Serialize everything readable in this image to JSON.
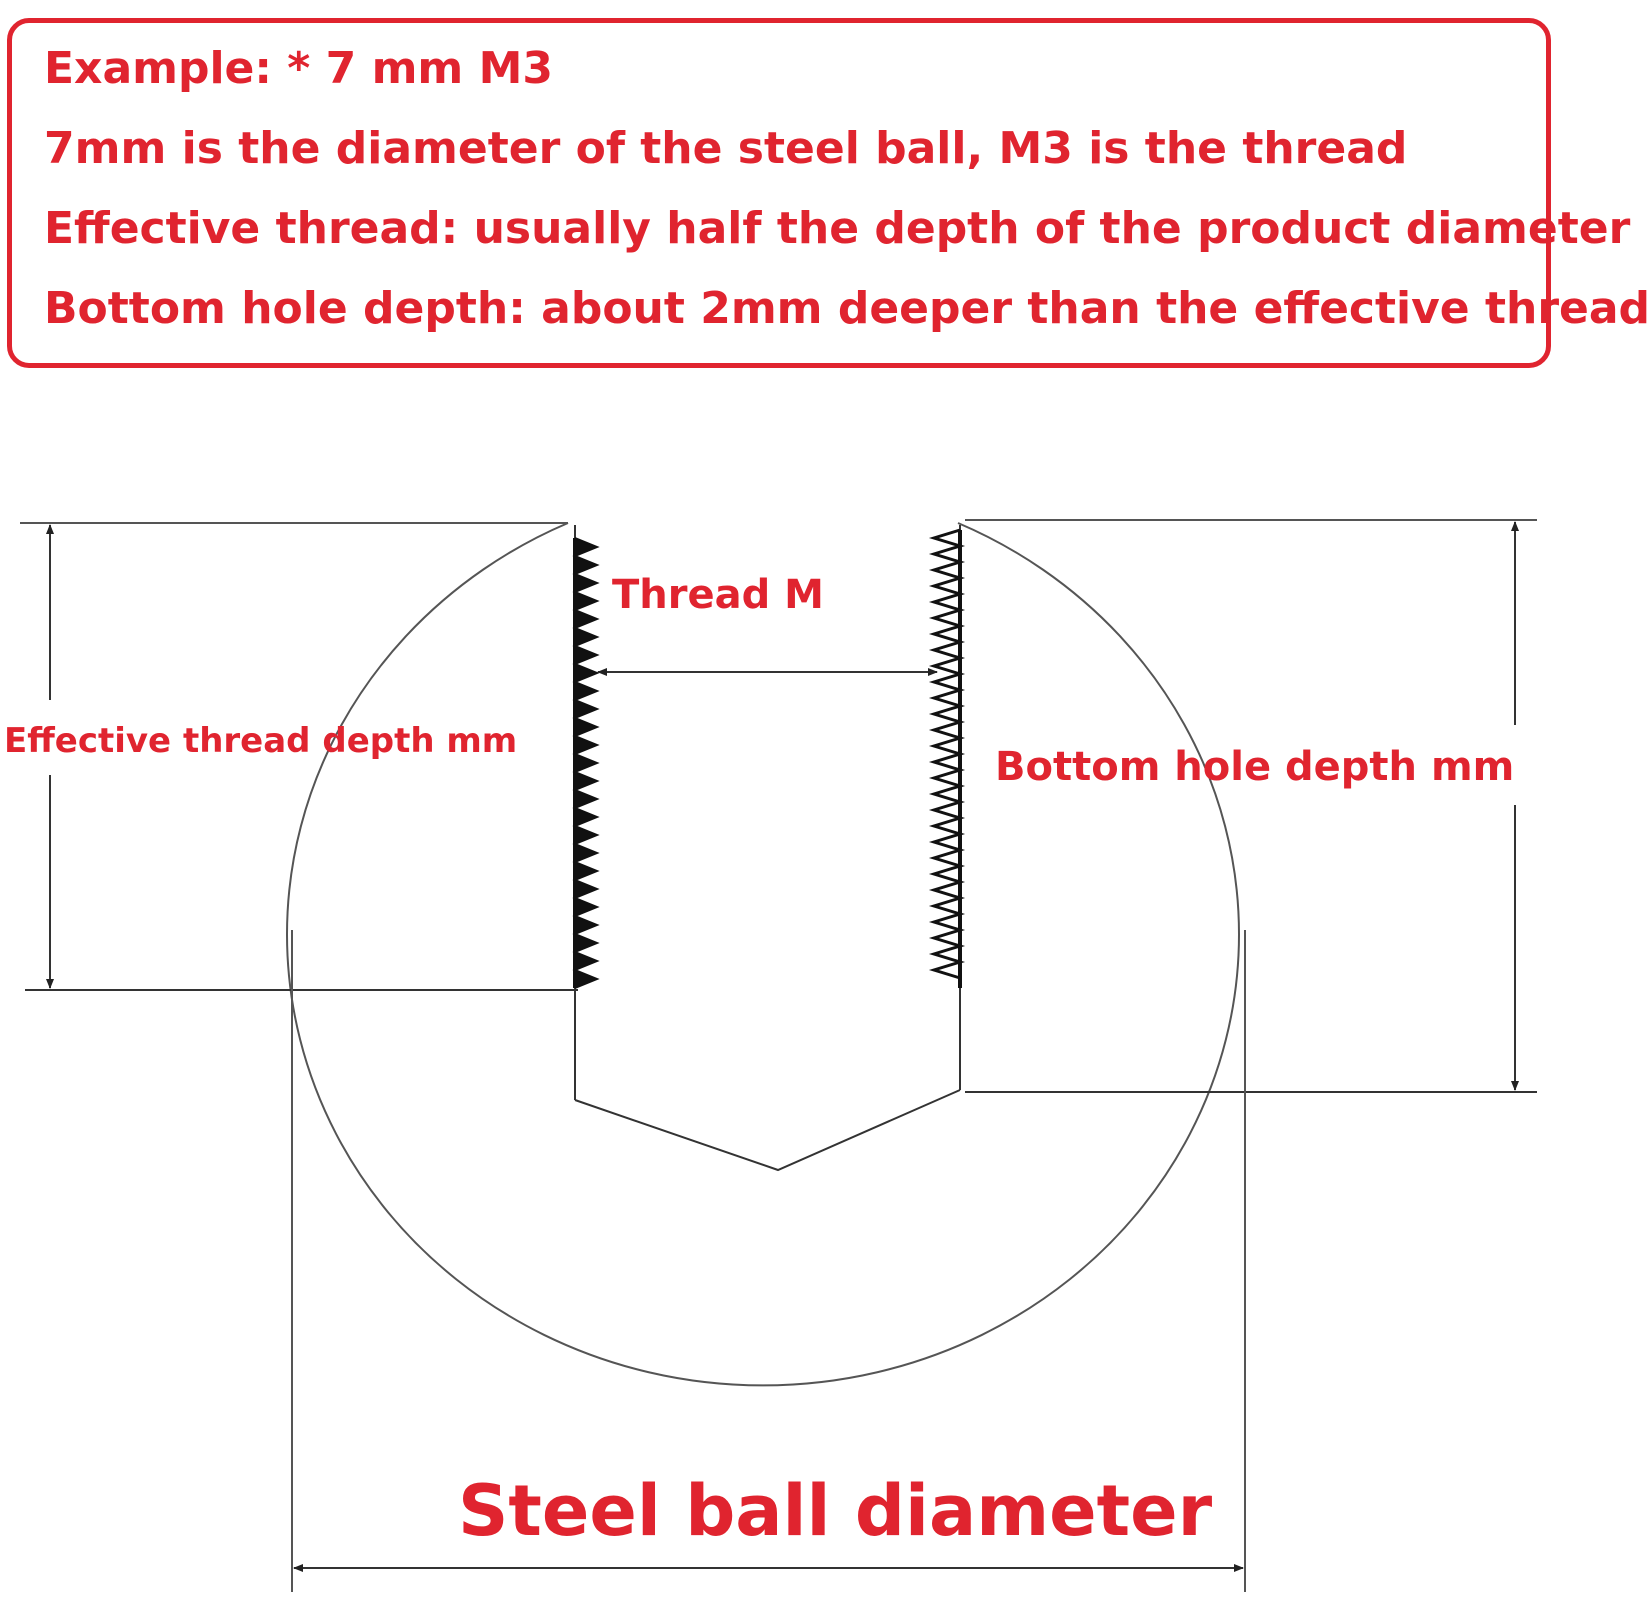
{
  "notes": {
    "line1": "Example: * 7 mm M3",
    "line2": "7mm is the diameter of the steel ball, M3 is the thread",
    "line3": "Effective thread: usually half the depth of the product diameter",
    "line4": "Bottom hole depth: about 2mm deeper than the effective thread"
  },
  "diagram": {
    "thread_label": "Thread M",
    "effective_depth_label": "Effective thread depth mm",
    "bottom_hole_label": "Bottom hole depth mm",
    "ball_diameter_label": "Steel ball diameter"
  },
  "colors": {
    "accent": "#e0242f",
    "line": "#333333"
  }
}
